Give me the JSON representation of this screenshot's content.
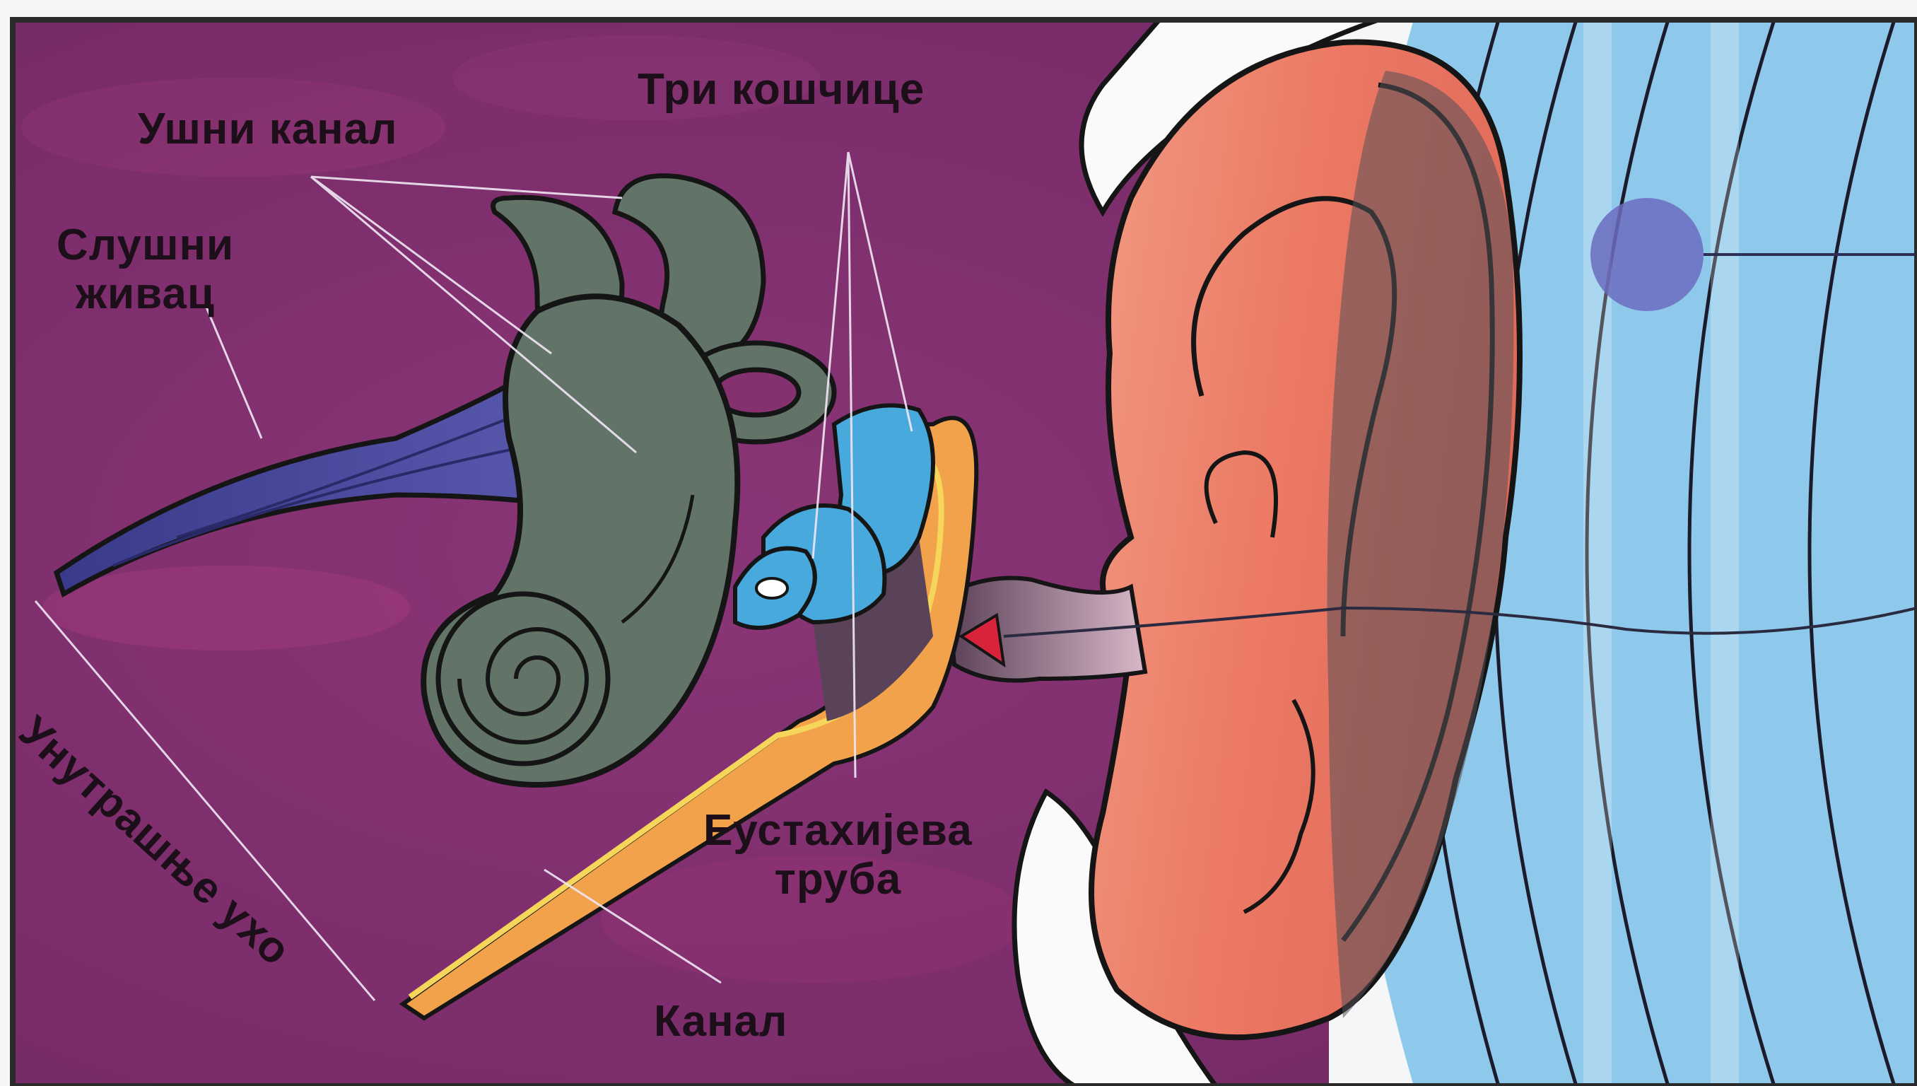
{
  "diagram": {
    "labels": {
      "ear_canal": "Ушни канал",
      "ossicles": "Три кошчице",
      "auditory_nerve_line1": "Слушни",
      "auditory_nerve_line2": "живац",
      "inner_ear": "Унутрашње ухо",
      "eustachian_line1": "Еустахијева",
      "eustachian_line2": "труба",
      "canal": "Канал"
    },
    "colors": {
      "background_purple": "#85306f",
      "cochlea_green": "#627468",
      "nerve_blue": "#4a4a94",
      "ossicle_blue": "#3fa6d6",
      "outer_ear_salmon": "#ee8068",
      "sound_wave_blue": "#5fb2e2",
      "label_text": "#1c0f1a",
      "pointer_white": "#f0e8f5"
    }
  }
}
